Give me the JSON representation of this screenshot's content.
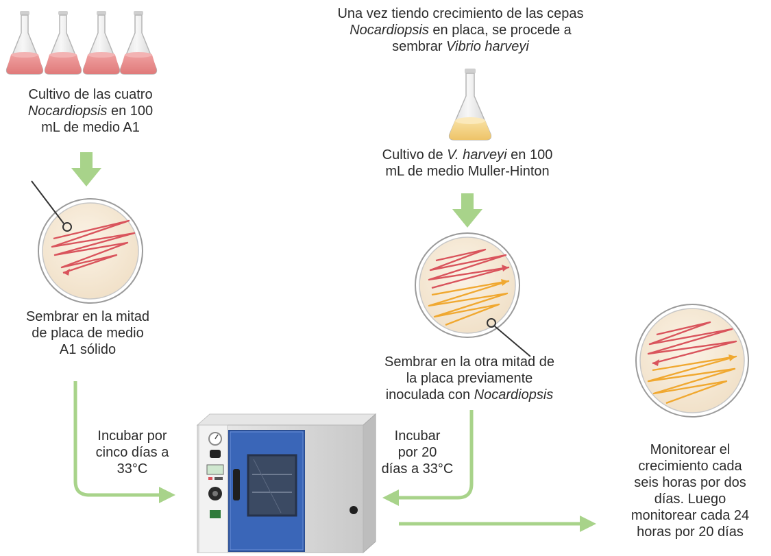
{
  "labels": {
    "cultivo_nocardiopsis": {
      "line1": "Cultivo de las cuatro",
      "line2_italic": "Nocardiopsis",
      "line2_rest": " en 100",
      "line3": "mL de medio A1"
    },
    "sembrar_mitad": {
      "line1": "Sembrar en la mitad",
      "line2": "de placa de medio",
      "line3": "A1 sólido"
    },
    "intro_vibrio": {
      "line1": "Una vez tiendo crecimiento de las cepas",
      "line2_italic": "Nocardiopsis",
      "line2_rest": " en placa, se procede a",
      "line3_pre": "sembrar ",
      "line3_italic": "Vibrio harveyi"
    },
    "cultivo_vibrio": {
      "line1_pre": "Cultivo de ",
      "line1_italic": "V. harveyi",
      "line1_rest": " en 100",
      "line2": "mL de medio Muller-Hinton"
    },
    "sembrar_otra_mitad": {
      "line1": "Sembrar en la otra mitad de",
      "line2": "la placa previamente",
      "line3_pre": "inoculada con ",
      "line3_italic": "Nocardiopsis"
    },
    "incubar_cinco": {
      "line1": "Incubar por",
      "line2": "cinco días a",
      "line3": "33°C"
    },
    "incubar_veinte": {
      "line1": "Incubar",
      "line2": "por 20",
      "line3": "días a 33°C"
    },
    "monitorear": {
      "line1": "Monitorear el",
      "line2": "crecimiento cada",
      "line3": "seis horas por dos",
      "line4": "días. Luego",
      "line5": "monitorear cada 24",
      "line6": "horas por 20 días"
    }
  },
  "colors": {
    "arrow_green": "#a8d38a",
    "flask_pink_medium": "#e88c8c",
    "flask_yellow_medium": "#f0d078",
    "plate_agar": "#f6ead8",
    "streak_red": "#d9545c",
    "streak_orange": "#f0a830",
    "incubator_door": "#3a66b8",
    "incubator_body": "#d7d7d7"
  }
}
